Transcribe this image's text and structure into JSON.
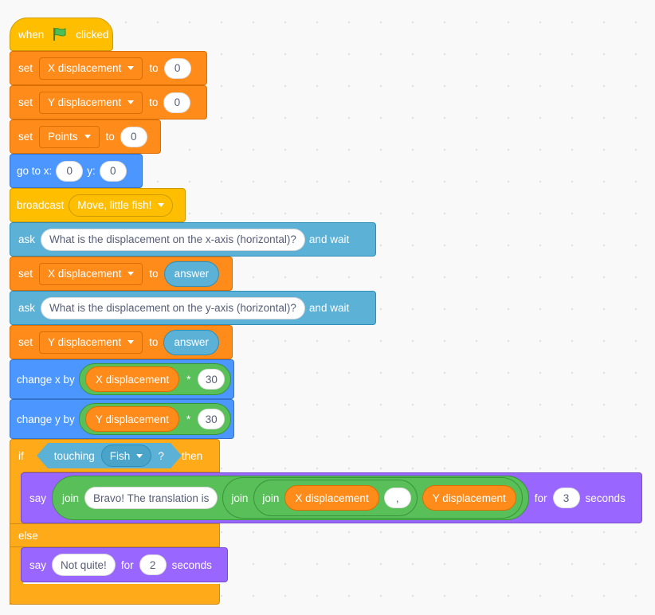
{
  "script": {
    "hat": {
      "when": "when",
      "clicked": "clicked",
      "icon": "green-flag-icon"
    },
    "set_x": {
      "set": "set",
      "var": "X displacement",
      "to": "to",
      "value": "0"
    },
    "set_y": {
      "set": "set",
      "var": "Y displacement",
      "to": "to",
      "value": "0"
    },
    "set_points": {
      "set": "set",
      "var": "Points",
      "to": "to",
      "value": "0"
    },
    "goto": {
      "label": "go to x:",
      "x": "0",
      "ylabel": "y:",
      "y": "0"
    },
    "broadcast": {
      "label": "broadcast",
      "message": "Move, little fish!"
    },
    "ask_x": {
      "ask": "ask",
      "question": "What is the displacement on the x-axis (horizontal)?",
      "wait": "and wait"
    },
    "set_x_answer": {
      "set": "set",
      "var": "X displacement",
      "to": "to",
      "answer": "answer"
    },
    "ask_y": {
      "ask": "ask",
      "question": "What is the displacement on the y-axis (horizontal)?",
      "wait": "and wait"
    },
    "set_y_answer": {
      "set": "set",
      "var": "Y displacement",
      "to": "to",
      "answer": "answer"
    },
    "change_x": {
      "label": "change x by",
      "var": "X displacement",
      "op": "*",
      "value": "30"
    },
    "change_y": {
      "label": "change y by",
      "var": "Y displacement",
      "op": "*",
      "value": "30"
    },
    "if_block": {
      "if": "if",
      "touching": "touching",
      "sprite": "Fish",
      "q": "?",
      "then": "then",
      "else": "else"
    },
    "say1": {
      "say": "say",
      "join": "join",
      "text": "Bravo! The translation is",
      "join2": "join",
      "join3": "join",
      "var_x": "X displacement",
      "sep": ",",
      "var_y": "Y displacement",
      "for": "for",
      "secs": "3",
      "seconds": "seconds"
    },
    "say2": {
      "say": "say",
      "text": "Not quite!",
      "for": "for",
      "secs": "2",
      "seconds": "seconds"
    }
  },
  "colors": {
    "events": "#ffbf00",
    "variables": "#ff8c1a",
    "motion": "#4c97ff",
    "sensing": "#5cb1d6",
    "control": "#ffab19",
    "looks": "#9966ff",
    "operators": "#59c059"
  }
}
